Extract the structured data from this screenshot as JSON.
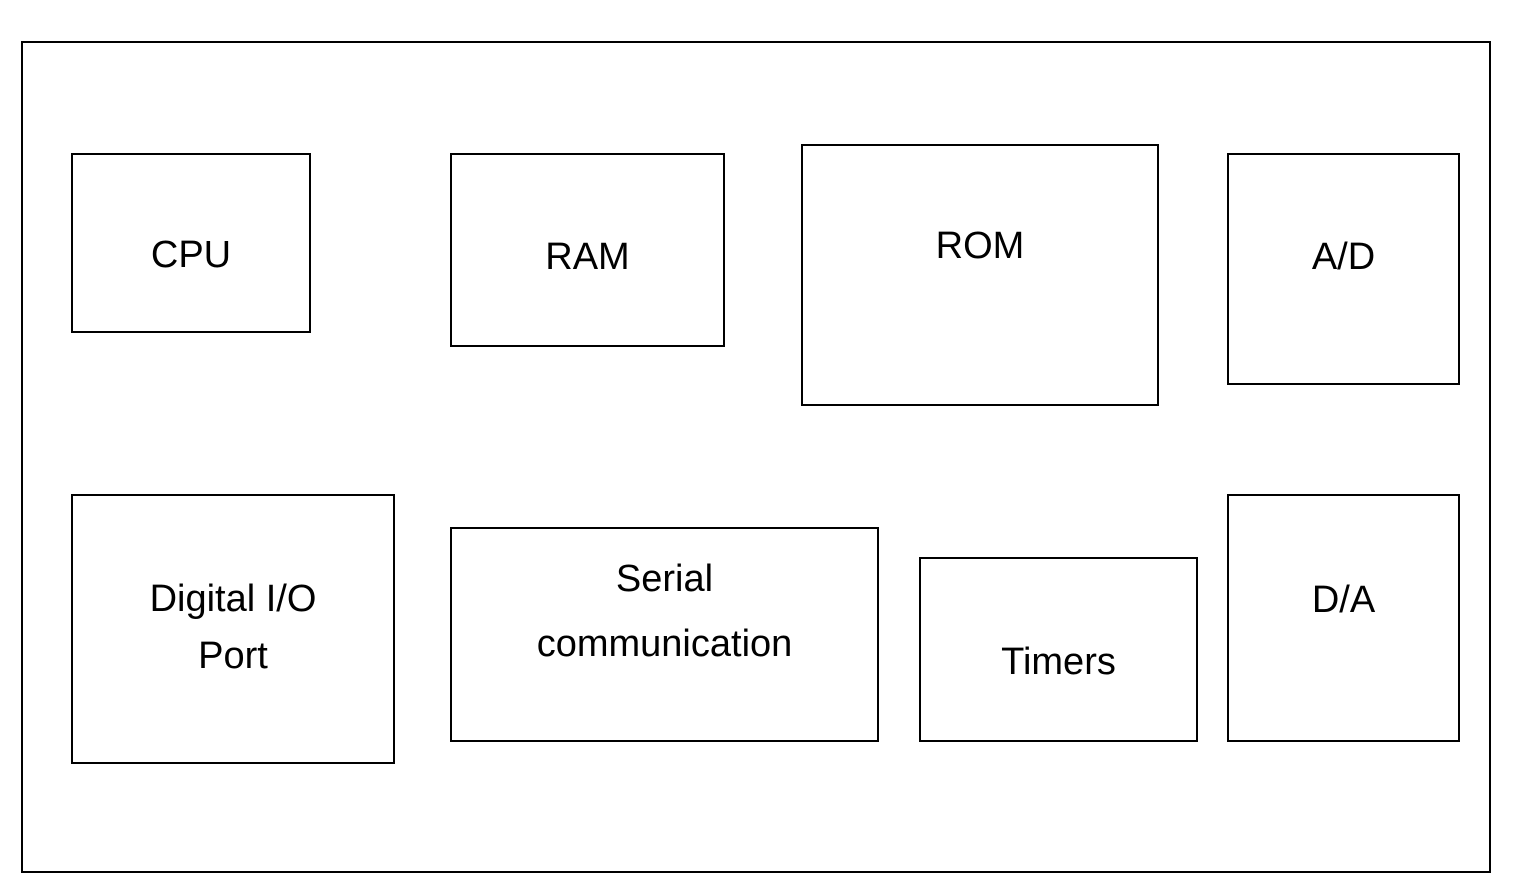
{
  "diagram": {
    "blocks": [
      {
        "id": "cpu",
        "label": "CPU"
      },
      {
        "id": "ram",
        "label": "RAM"
      },
      {
        "id": "rom",
        "label": "ROM"
      },
      {
        "id": "ad",
        "label": "A/D"
      },
      {
        "id": "dio",
        "label": "Digital I/O\nPort"
      },
      {
        "id": "serial",
        "label": "Serial\ncommunication"
      },
      {
        "id": "timers",
        "label": "Timers"
      },
      {
        "id": "da",
        "label": "D/A"
      }
    ]
  }
}
